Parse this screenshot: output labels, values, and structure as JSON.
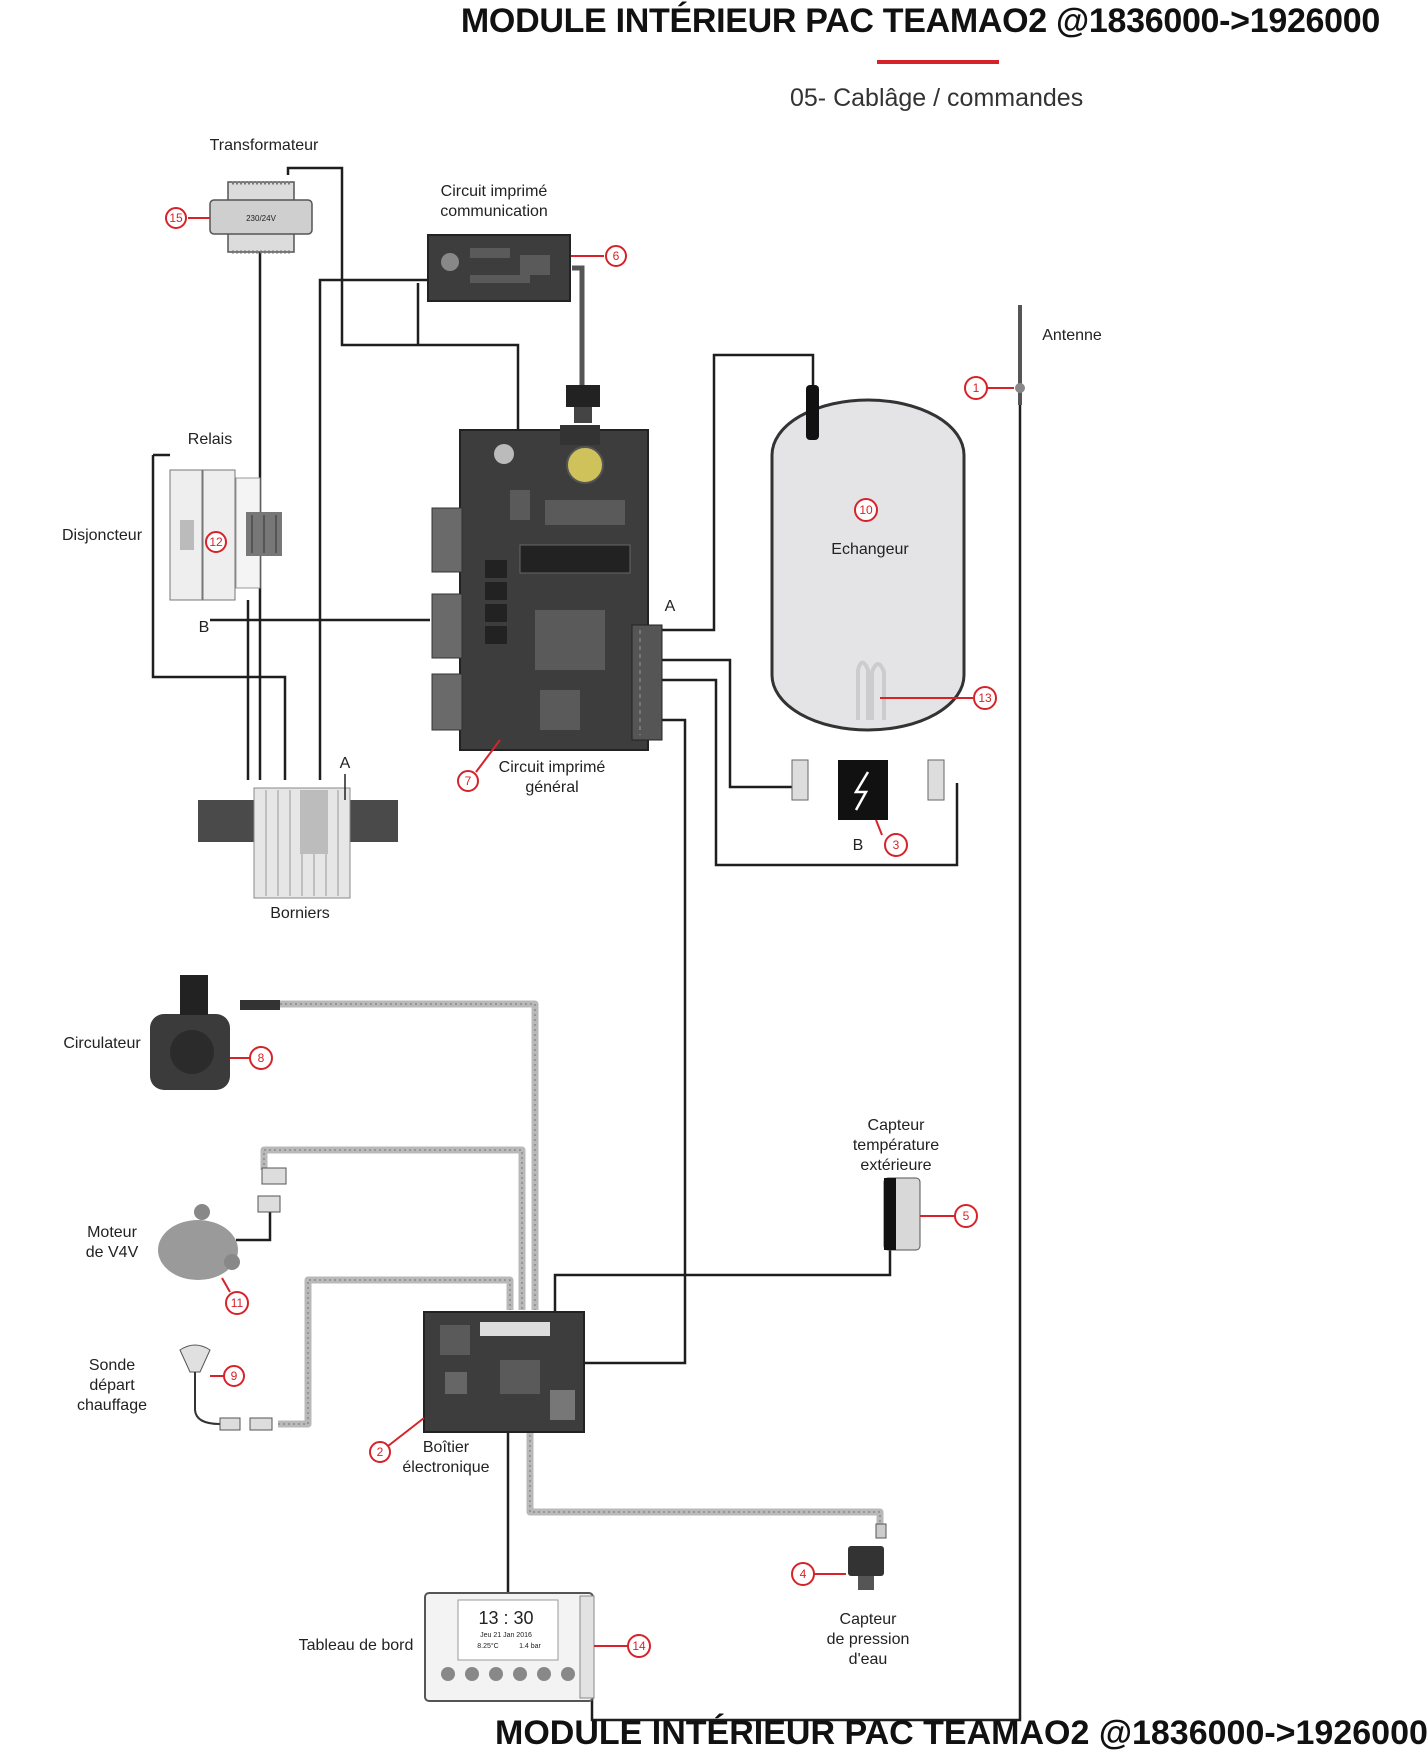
{
  "header": {
    "title": "MODULE INTÉRIEUR PAC TEAMAO2 @1836000->1926000",
    "subtitle": "05- Cablâge / commandes",
    "accent_color": "#d6232a"
  },
  "footer": {
    "title_partial": "MODULE INTÉRIEUR PAC TEAMAO2 @1836000->1926000"
  },
  "components": {
    "transformateur": {
      "label": "Transformateur",
      "callout": "15",
      "plate_text": "230/24V"
    },
    "circuit_comm": {
      "label_l1": "Circuit imprimé",
      "label_l2": "communication",
      "callout": "6"
    },
    "antenne": {
      "label": "Antenne",
      "callout": "1"
    },
    "relais": {
      "label": "Relais"
    },
    "disjoncteur": {
      "label": "Disjoncteur",
      "callout": "12"
    },
    "echangeur": {
      "label": "Echangeur",
      "callout": "10"
    },
    "resistance": {
      "callout": "13"
    },
    "circuit_general": {
      "label_l1": "Circuit imprimé",
      "label_l2": "général",
      "callout": "7"
    },
    "thermostat": {
      "callout": "3"
    },
    "borniers": {
      "label": "Borniers"
    },
    "circulateur": {
      "label": "Circulateur",
      "callout": "8"
    },
    "capteur_temp": {
      "label_l1": "Capteur",
      "label_l2": "température",
      "label_l3": "extérieure",
      "callout": "5"
    },
    "moteur_v4v": {
      "label_l1": "Moteur",
      "label_l2": "de V4V",
      "callout": "11"
    },
    "sonde": {
      "label_l1": "Sonde",
      "label_l2": "départ",
      "label_l3": "chauffage",
      "callout": "9"
    },
    "boitier": {
      "label_l1": "Boîtier",
      "label_l2": "électronique",
      "callout": "2"
    },
    "capteur_pression": {
      "label_l1": "Capteur",
      "label_l2": "de pression",
      "label_l3": "d'eau",
      "callout": "4"
    },
    "tableau": {
      "label": "Tableau de bord",
      "callout": "14",
      "display_time": "13 : 30",
      "display_date": "Jeu 21 Jan 2016",
      "display_temp": "8.25°C",
      "display_pressure": "1.4 bar"
    }
  },
  "markers": {
    "a": "A",
    "b": "B"
  }
}
